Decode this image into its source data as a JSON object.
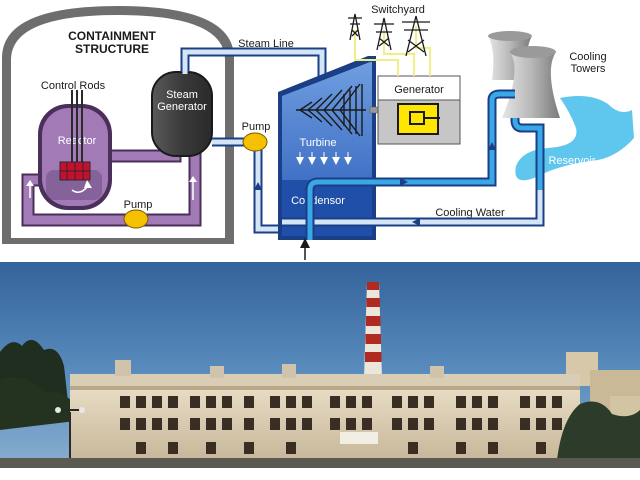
{
  "diagram": {
    "labels": {
      "containment": [
        "CONTAINMENT",
        "STRUCTURE"
      ],
      "control_rods": "Control Rods",
      "reactor": "Reactor",
      "steam_generator": [
        "Steam",
        "Generator"
      ],
      "steam_line": "Steam Line",
      "switchyard": "Switchyard",
      "generator": "Generator",
      "cooling_towers": [
        "Cooling",
        "Towers"
      ],
      "pump_top": "Pump",
      "turbine": "Turbine",
      "reservoir": "Reservoir",
      "condensor": "Condensor",
      "pump_bottom": "Pump",
      "cooling_water": "Cooling Water"
    }
  },
  "colors": {
    "containment": "#6e6e6e",
    "reactor": "#a27ab6",
    "steam_generator": "#4a4a4a",
    "primary_loop": "#a27ab6",
    "steam_pipe": "#d4e6f6",
    "turbine": "#3d6ec8",
    "condensor": "#1f4fa8",
    "cooling_loop": "#3aa8e6",
    "generator": "#c6c6c6",
    "generator_core": "#ffe600",
    "pump": "#f5c000",
    "reservoir": "#5fc6ee",
    "tower": "#bcbcbc",
    "power_line": "#f2ee86",
    "sky": "#3f6fa0",
    "building": "#d9cdb6",
    "chimney_red": "#b02a22"
  },
  "photo": {
    "description_icon": "power-plant-photo"
  }
}
